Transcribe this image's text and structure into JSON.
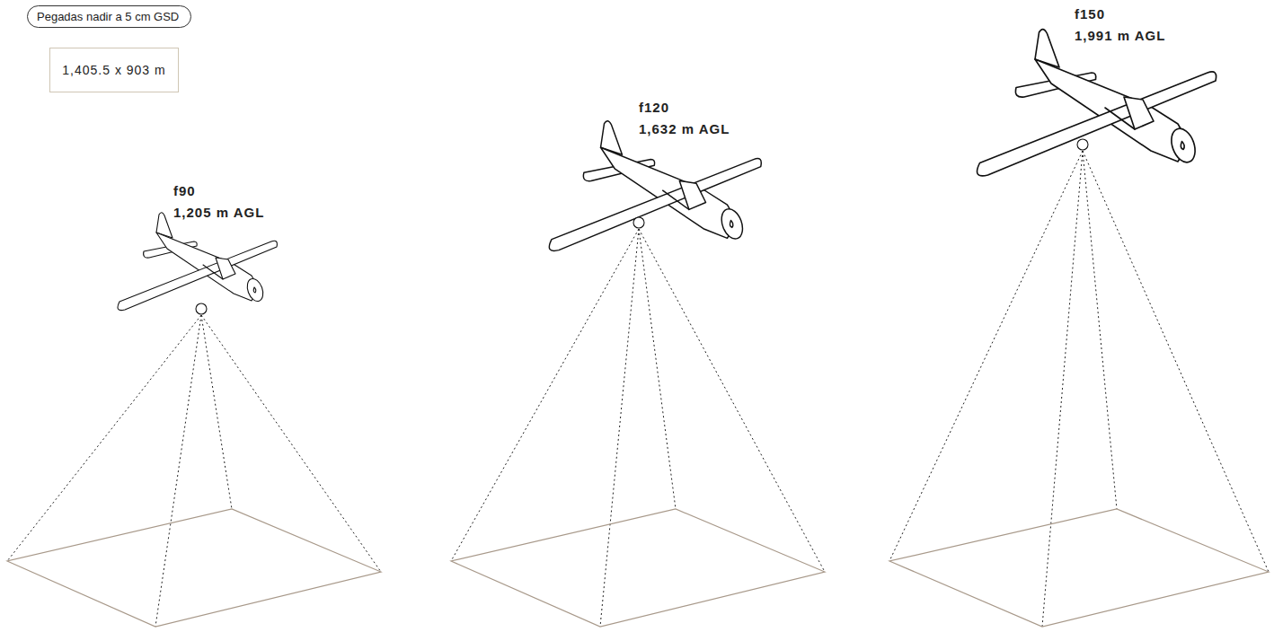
{
  "diagram": {
    "nodes": [
      {
        "text": [
          "Pegadas nadir a 5 cm GSD"
        ]
      },
      {
        "text": [
          "1,405.5 x 903 m"
        ]
      }
    ],
    "labels": [
      "f90",
      "1,205 m AGL",
      "f120",
      "1,632 m AGL",
      "f150",
      "1,991 m AGL"
    ]
  }
}
